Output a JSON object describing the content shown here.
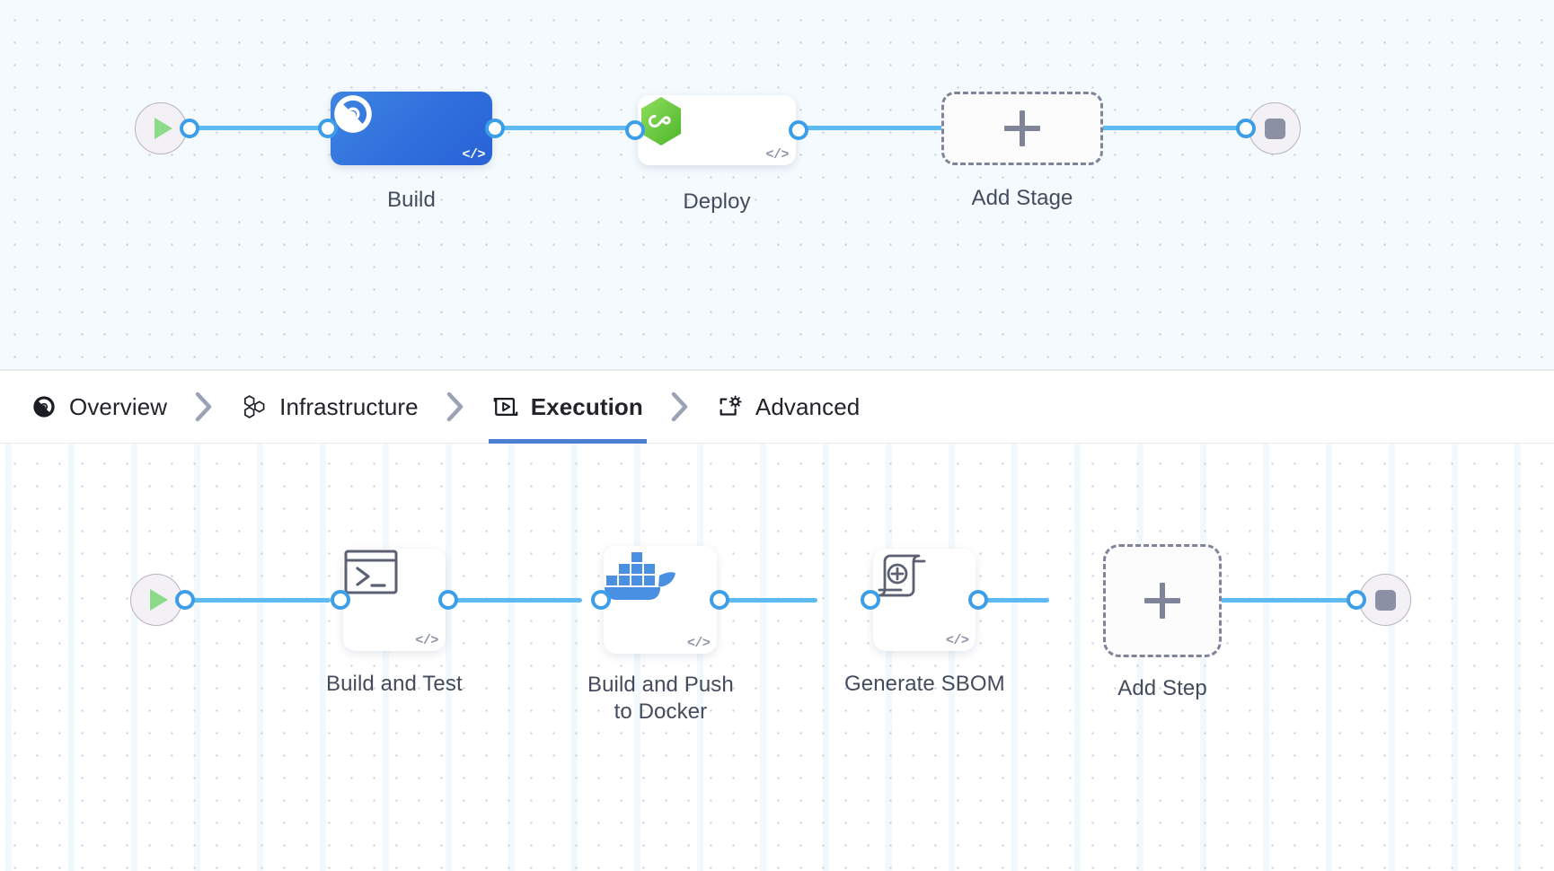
{
  "pipeline": {
    "stages_canvas": {
      "start_node": {
        "name": "start-node",
        "icon": "play-icon"
      },
      "end_node": {
        "name": "end-node",
        "icon": "stop-icon"
      },
      "stages": [
        {
          "id": "build",
          "label": "Build",
          "icon": "ci-build-icon",
          "selected": true,
          "has_code_badge": true
        },
        {
          "id": "deploy",
          "label": "Deploy",
          "icon": "cd-deploy-hexagon-icon",
          "selected": false,
          "has_code_badge": true
        }
      ],
      "add_stage": {
        "label": "Add Stage",
        "icon": "plus-icon"
      }
    },
    "steps_canvas": {
      "start_node": {
        "name": "start-node",
        "icon": "play-icon"
      },
      "end_node": {
        "name": "end-node",
        "icon": "stop-icon"
      },
      "steps": [
        {
          "id": "build-and-test",
          "label": "Build and Test",
          "icon": "terminal-icon",
          "has_code_badge": true
        },
        {
          "id": "build-and-push",
          "label": "Build and Push\nto Docker",
          "icon": "docker-whale-icon",
          "has_code_badge": true
        },
        {
          "id": "generate-sbom",
          "label": "Generate SBOM",
          "icon": "sbom-scroll-icon",
          "has_code_badge": true
        }
      ],
      "add_step": {
        "label": "Add Step",
        "icon": "plus-icon"
      }
    }
  },
  "tabs": {
    "items": [
      {
        "id": "overview",
        "label": "Overview",
        "icon": "overview-circle-icon",
        "active": false
      },
      {
        "id": "infrastructure",
        "label": "Infrastructure",
        "icon": "hexagon-cluster-icon",
        "active": false
      },
      {
        "id": "execution",
        "label": "Execution",
        "icon": "execution-play-box-icon",
        "active": true
      },
      {
        "id": "advanced",
        "label": "Advanced",
        "icon": "advanced-gear-box-icon",
        "active": false
      }
    ],
    "separator_icon": "chevron-right-icon"
  },
  "colors": {
    "accent_blue": "#3c9ee8",
    "edge_blue": "#5ebaf2",
    "selected_stage": "#2f6fdd",
    "active_tab_underline": "#4a7fd4",
    "deploy_green": "#6fcc3f",
    "docker_blue": "#4a90e2",
    "start_green": "#8ddb8a",
    "stop_gray": "#8c90a5",
    "dashed_outline": "#7f8499",
    "label_text": "#444b5c",
    "tab_text": "#22242a"
  }
}
